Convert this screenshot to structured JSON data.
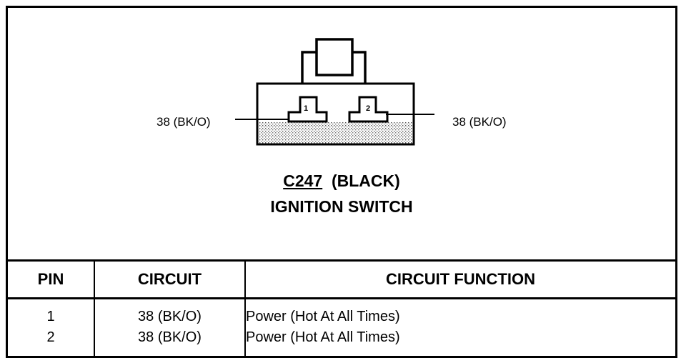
{
  "connector": {
    "id": "C247",
    "color": "(BLACK)",
    "name": "IGNITION SWITCH",
    "pin_numbers": [
      "1",
      "2"
    ],
    "left_wire_label": "38 (BK/O)",
    "right_wire_label": "38 (BK/O)"
  },
  "table": {
    "headers": {
      "pin": "PIN",
      "circuit": "CIRCUIT",
      "function": "CIRCUIT FUNCTION"
    },
    "rows": [
      {
        "pin": "1",
        "circuit": "38 (BK/O)",
        "function": "Power (Hot At All Times)"
      },
      {
        "pin": "2",
        "circuit": "38 (BK/O)",
        "function": "Power (Hot At All Times)"
      }
    ]
  }
}
